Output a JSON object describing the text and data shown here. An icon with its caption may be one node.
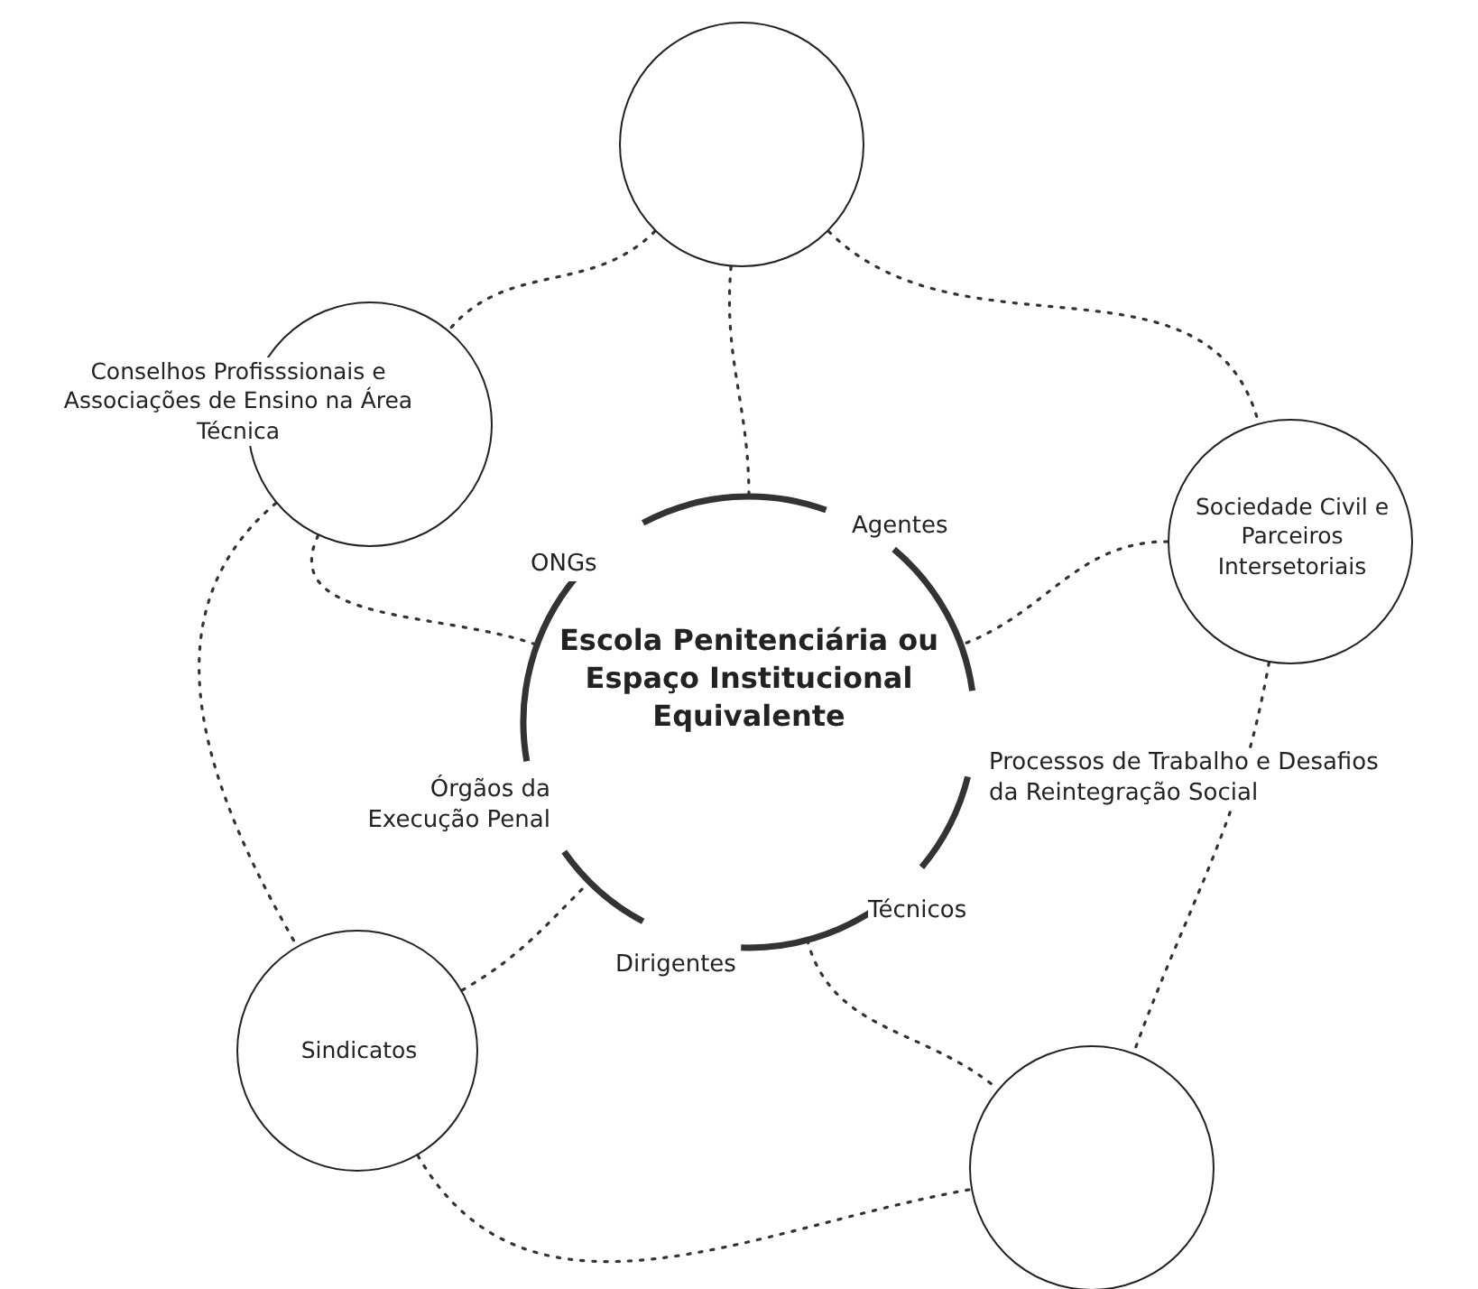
{
  "diagram": {
    "nodes": [
      {
        "text": [],
        "shape": "circle"
      },
      {
        "text": [
          "Conselhos Profisssionais e Associações de Ensino na Área Técnica"
        ]
      },
      {
        "text": [
          "Escola Penitenciária ou Espaço Institucional Equivalente"
        ]
      },
      {
        "text": [
          "Sociedade Civil e Parceiros Intersetoriais"
        ]
      },
      {
        "text": [
          "Sindicatos"
        ]
      },
      {
        "text": [],
        "shape": "circle"
      }
    ],
    "edges": [
      {
        "from": 0,
        "to": 1,
        "arrow": "none",
        "style": "dashed"
      },
      {
        "from": 0,
        "to": 2,
        "arrow": "none",
        "style": "dashed"
      },
      {
        "from": 0,
        "to": 3,
        "arrow": "none",
        "style": "dashed"
      },
      {
        "from": 1,
        "to": 2,
        "arrow": "none",
        "style": "dashed"
      },
      {
        "from": 1,
        "to": 4,
        "arrow": "none",
        "style": "dashed"
      },
      {
        "from": 3,
        "to": 2,
        "arrow": "none",
        "style": "dashed"
      },
      {
        "from": 3,
        "to": 5,
        "arrow": "none",
        "style": "dashed"
      },
      {
        "from": 4,
        "to": 2,
        "arrow": "none",
        "style": "dashed"
      },
      {
        "from": 2,
        "to": 5,
        "arrow": "none",
        "style": "dashed"
      },
      {
        "from": 4,
        "to": 5,
        "arrow": "none",
        "style": "dashed"
      }
    ],
    "labels": [
      "ONGs",
      "Agentes",
      "Órgãos da Execução Penal",
      "Processos de Trabalho e Desafios da Reintegração Social",
      "Técnicos",
      "Dirigentes"
    ]
  }
}
